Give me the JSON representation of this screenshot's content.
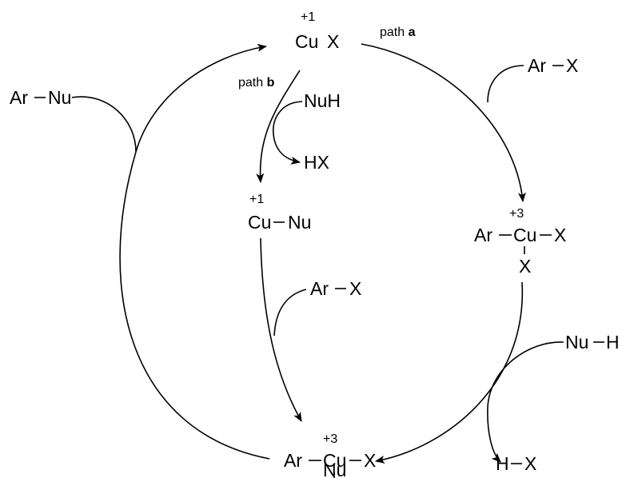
{
  "nodes": {
    "cux": {
      "ox": "+1",
      "cu": "Cu",
      "x": "X"
    },
    "cunu": {
      "ox": "+1",
      "cu": "Cu",
      "nu": "Nu"
    },
    "arcuxx": {
      "ox": "+3",
      "ar": "Ar",
      "cu": "Cu",
      "x": "X",
      "x2": "X"
    },
    "arcuxnu": {
      "ox": "+3",
      "ar": "Ar",
      "cu": "Cu",
      "x": "X",
      "nu": "Nu"
    }
  },
  "reagents": {
    "arnu": {
      "ar": "Ar",
      "nu": "Nu"
    },
    "arx_a": {
      "ar": "Ar",
      "x": "X"
    },
    "nuh_b": "NuH",
    "hx_b": "HX",
    "arx_b": {
      "ar": "Ar",
      "x": "X"
    },
    "nuh_a": {
      "nu": "Nu",
      "h": "H"
    },
    "hx_a": {
      "h": "H",
      "x": "X"
    }
  },
  "paths": {
    "a": {
      "prefix": "path",
      "letter": "a"
    },
    "b": {
      "prefix": "path",
      "letter": "b"
    }
  },
  "colors": {
    "ink": "#000000",
    "background": "#ffffff"
  }
}
